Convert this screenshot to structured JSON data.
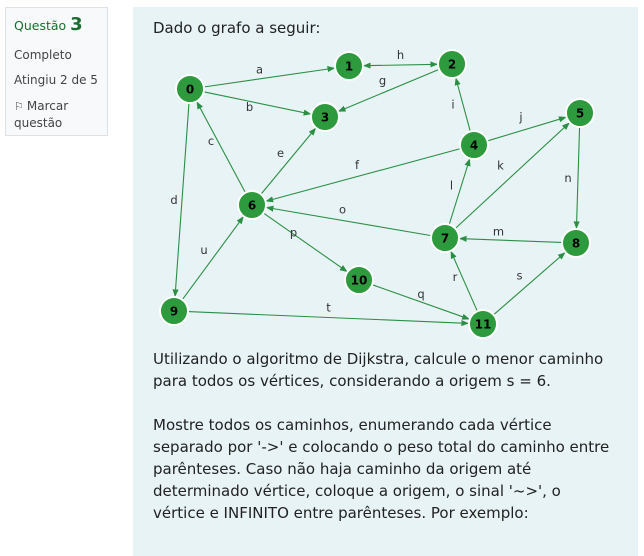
{
  "question": {
    "label": "Questão",
    "number": "3",
    "status": "Completo",
    "score": "Atingiu 2 de 5",
    "flag_label": "Marcar questão",
    "flag_icon": "flag-outline-icon"
  },
  "content": {
    "intro": "Dado o grafo a seguir:",
    "paragraph1": "Utilizando o algoritmo de Dijkstra, calcule o menor caminho para todos os vértices, considerando a origem s = 6.",
    "paragraph2": "Mostre todos os caminhos, enumerando cada vértice separado por '->' e colocando o peso total do caminho entre parênteses. Caso não haja caminho da origem até determinado vértice, coloque a origem, o sinal '~>', o vértice e INFINITO entre parênteses. Por exemplo:"
  },
  "graph": {
    "nodes": [
      "0",
      "1",
      "2",
      "3",
      "4",
      "5",
      "6",
      "7",
      "8",
      "9",
      "10",
      "11"
    ],
    "edges": [
      {
        "from": "0",
        "to": "1",
        "label": "a"
      },
      {
        "from": "0",
        "to": "3",
        "label": "b"
      },
      {
        "from": "6",
        "to": "0",
        "label": "c"
      },
      {
        "from": "0",
        "to": "9",
        "label": "d"
      },
      {
        "from": "6",
        "to": "3",
        "label": "e"
      },
      {
        "from": "4",
        "to": "6",
        "label": "f"
      },
      {
        "from": "2",
        "to": "3",
        "label": "g"
      },
      {
        "from": "1",
        "to": "2",
        "label": "h"
      },
      {
        "from": "4",
        "to": "2",
        "label": "i"
      },
      {
        "from": "4",
        "to": "5",
        "label": "j"
      },
      {
        "from": "7",
        "to": "5",
        "label": "k"
      },
      {
        "from": "7",
        "to": "4",
        "label": "l"
      },
      {
        "from": "8",
        "to": "7",
        "label": "m"
      },
      {
        "from": "5",
        "to": "8",
        "label": "n"
      },
      {
        "from": "7",
        "to": "6",
        "label": "o"
      },
      {
        "from": "6",
        "to": "10",
        "label": "p"
      },
      {
        "from": "10",
        "to": "11",
        "label": "q"
      },
      {
        "from": "11",
        "to": "7",
        "label": "r"
      },
      {
        "from": "11",
        "to": "8",
        "label": "s"
      },
      {
        "from": "9",
        "to": "11",
        "label": "t"
      },
      {
        "from": "9",
        "to": "6",
        "label": "u"
      }
    ],
    "node_color": "#2e9a3e",
    "edge_color": "#2b8f43"
  }
}
